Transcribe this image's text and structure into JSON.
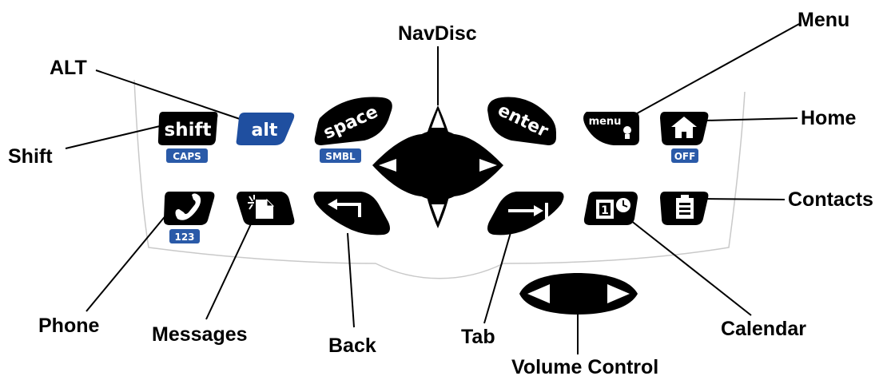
{
  "callouts": {
    "navdisc": "NavDisc",
    "menu": "Menu",
    "alt": "ALT",
    "home": "Home",
    "shift": "Shift",
    "contacts": "Contacts",
    "phone": "Phone",
    "messages": "Messages",
    "back": "Back",
    "tab": "Tab",
    "calendar": "Calendar",
    "volume": "Volume Control"
  },
  "keys": {
    "shift": {
      "label": "shift",
      "sub": "CAPS"
    },
    "alt": {
      "label": "alt"
    },
    "space": {
      "label": "space",
      "sub": "SMBL"
    },
    "enter": {
      "label": "enter"
    },
    "menu": {
      "label": "menu"
    },
    "home": {
      "sub": "OFF"
    },
    "phone": {
      "sub": "123"
    }
  },
  "colors": {
    "key": "#000000",
    "alt_key": "#1f4fa0",
    "sub_badge": "#2a5aa8",
    "outline": "#c9c9c9"
  },
  "icons": {
    "phone": "phone-icon",
    "messages": "new-message-icon",
    "back": "back-arrow-icon",
    "tab": "tab-arrow-icon",
    "calendar": "calendar-icon",
    "contacts": "contacts-icon",
    "home": "home-icon",
    "menu": "menu-lightbulb-icon"
  }
}
